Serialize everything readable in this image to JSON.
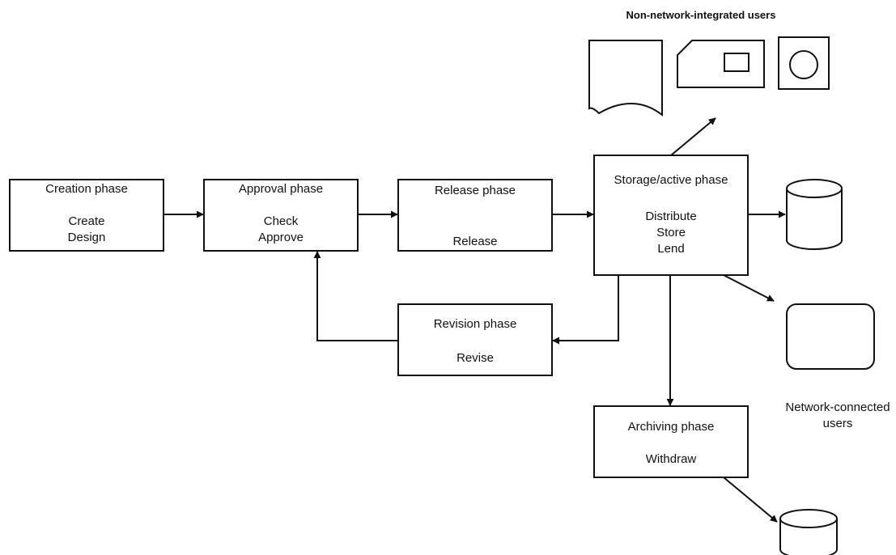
{
  "phases": {
    "creation": {
      "title": "Creation phase",
      "lines": [
        "Create",
        "Design"
      ]
    },
    "approval": {
      "title": "Approval phase",
      "lines": [
        "Check",
        "Approve"
      ]
    },
    "release": {
      "title": "Release phase",
      "lines": [
        "Release"
      ]
    },
    "storage": {
      "title": "Storage/active phase",
      "lines": [
        "Distribute",
        "Store",
        "Lend"
      ]
    },
    "revision": {
      "title": "Revision phase",
      "lines": [
        "Revise"
      ]
    },
    "archiving": {
      "title": "Archiving phase",
      "lines": [
        "Withdraw"
      ]
    }
  },
  "labels": {
    "non_network": "Non-network-integrated users",
    "network_connected": [
      "Network-connected",
      "users"
    ]
  }
}
